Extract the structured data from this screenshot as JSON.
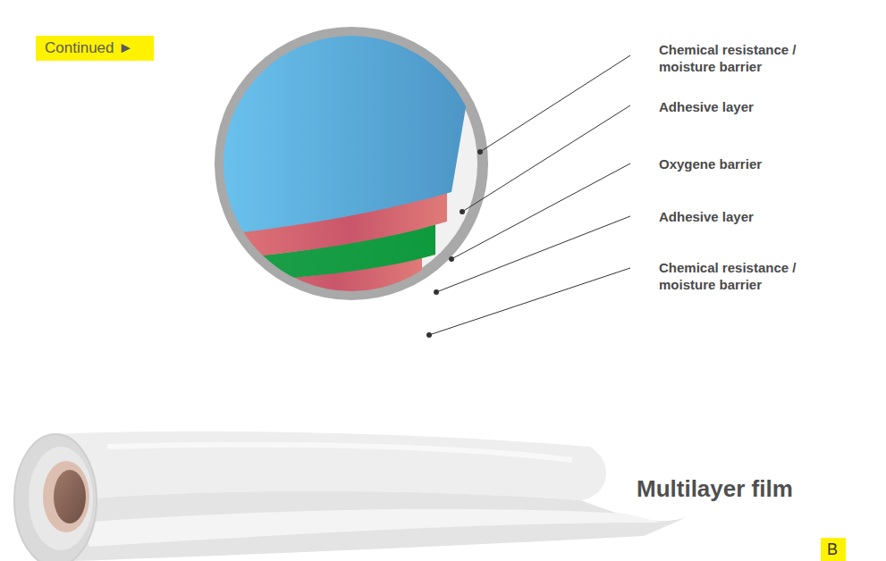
{
  "diagram": {
    "title": "Multilayer film",
    "nodes": [
      {
        "text": [
          "Continued ►"
        ]
      },
      {
        "text": [
          "B"
        ]
      }
    ],
    "labels": [
      "Chemical resistance / moisture barrier",
      "Adhesive layer",
      "Oxygene barrier",
      "Adhesive layer",
      "Chemical resistance / moisture barrier"
    ]
  }
}
